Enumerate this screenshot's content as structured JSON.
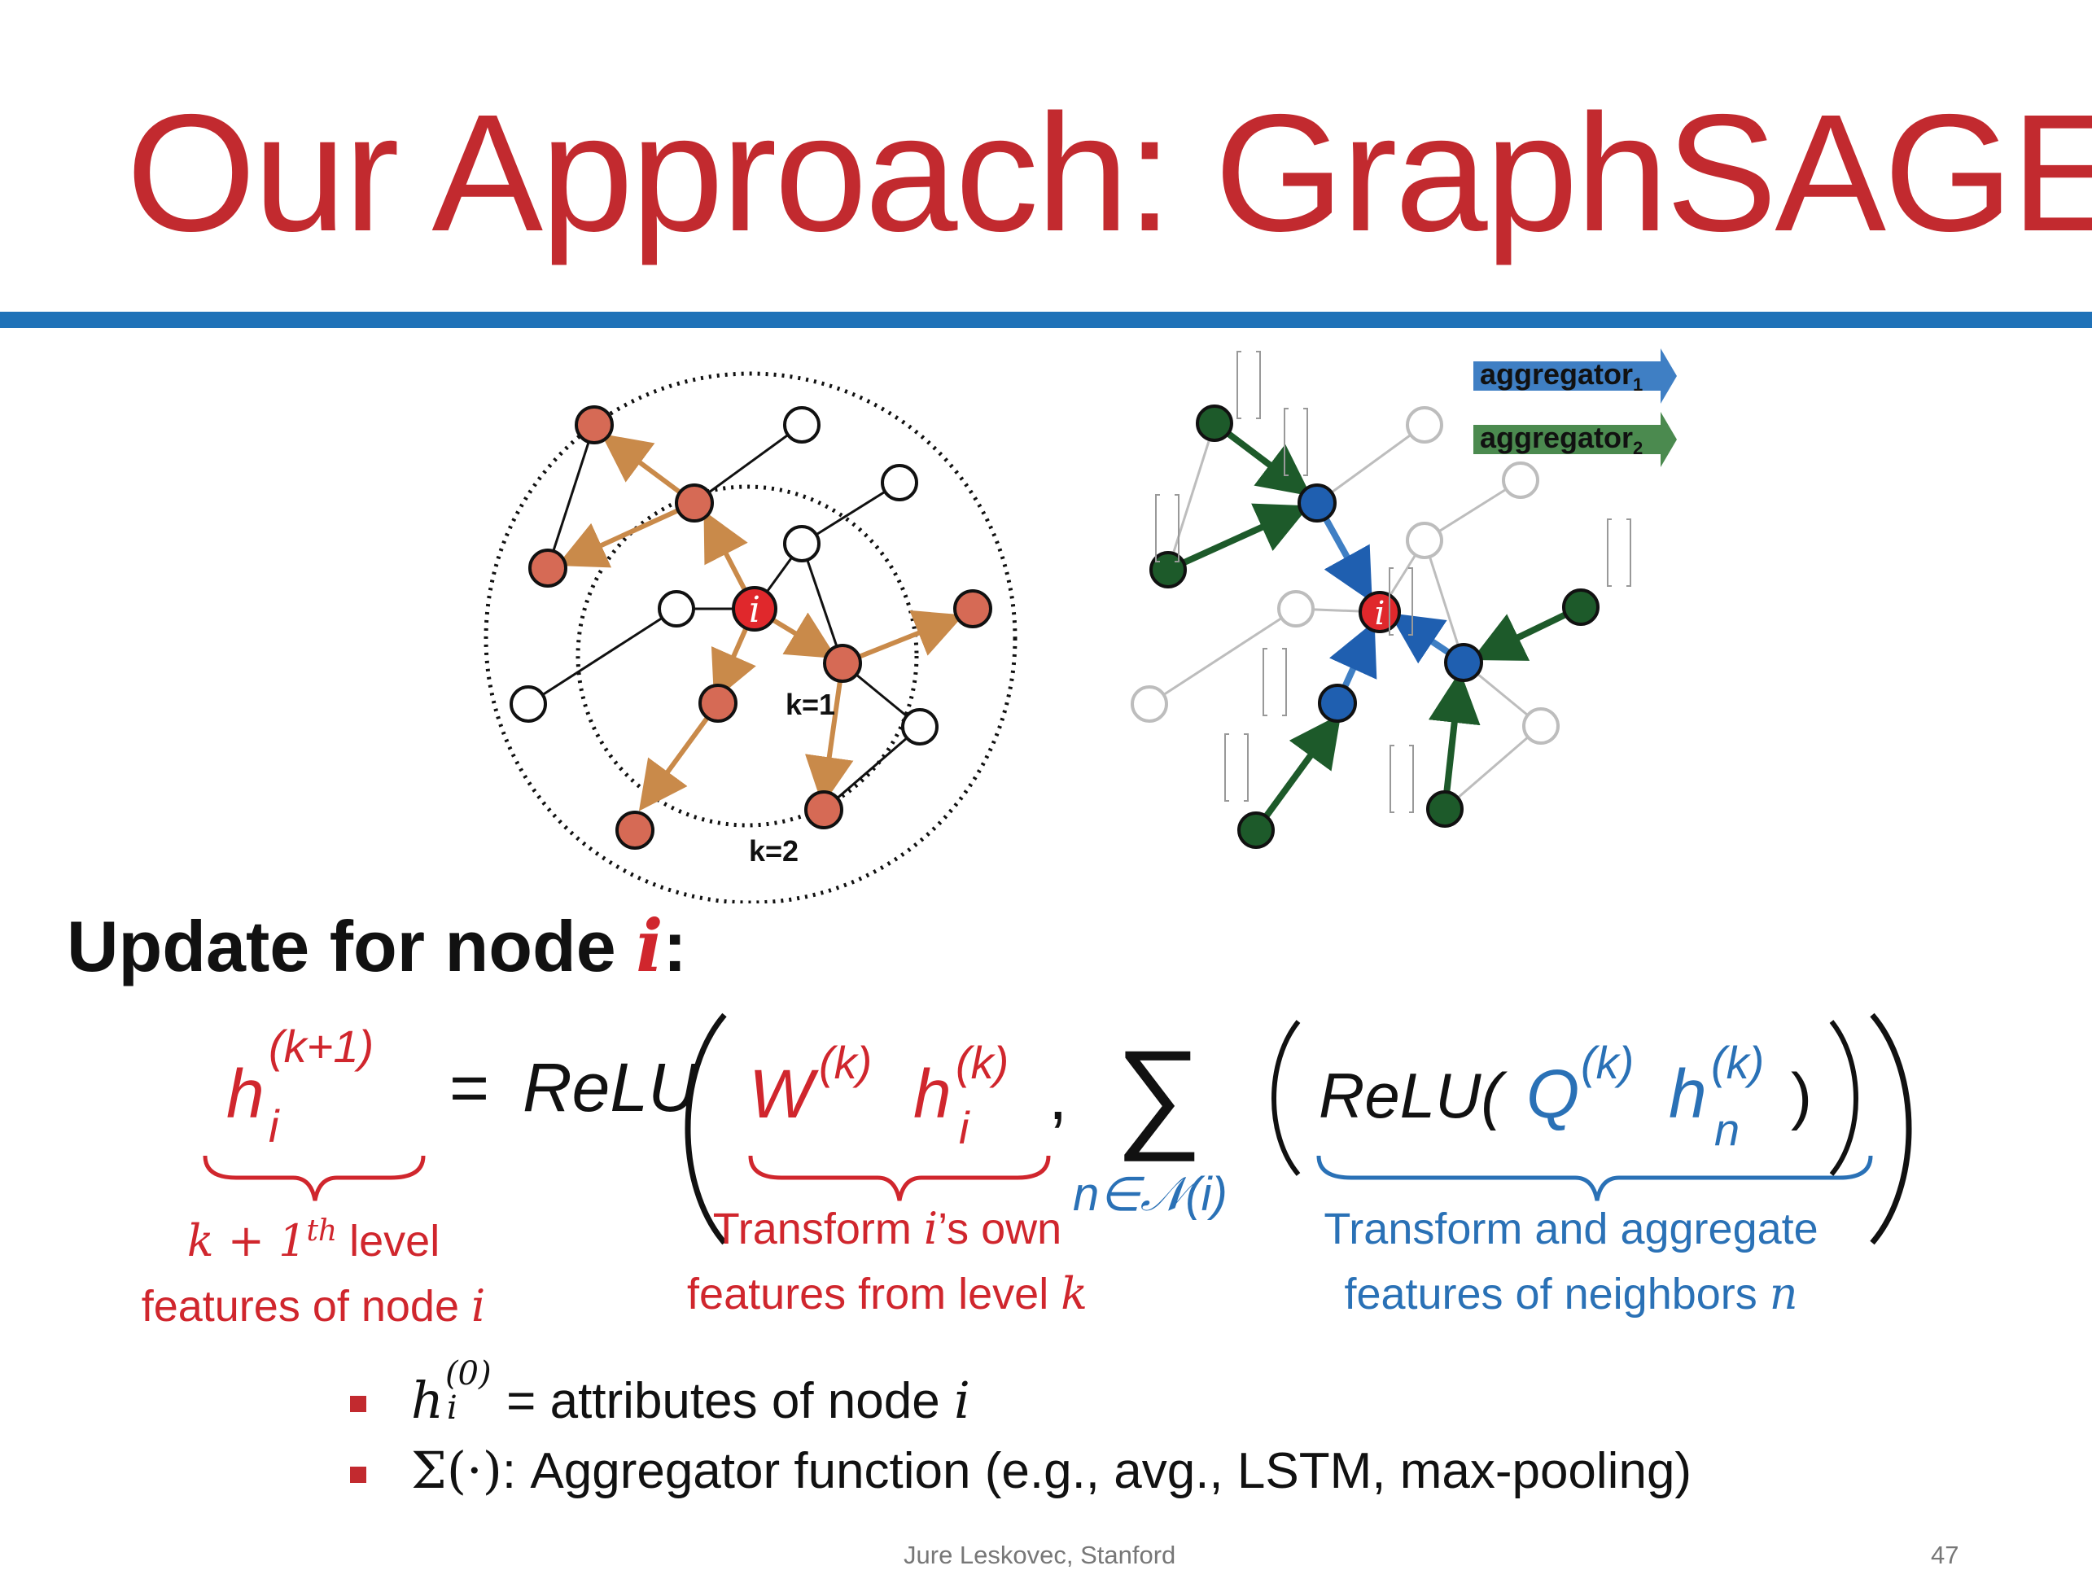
{
  "slide": {
    "title": "Our Approach: GraphSAGE",
    "footer_author": "Jure Leskovec, Stanford",
    "page_number": "47"
  },
  "left_diagram": {
    "center_label": "i",
    "inner_ring_label": "k=1",
    "outer_ring_label": "k=2"
  },
  "right_diagram": {
    "center_label": "i",
    "legend": [
      {
        "label": "aggregator",
        "subscript": "1",
        "color": "#3f7fc4"
      },
      {
        "label": "aggregator",
        "subscript": "2",
        "color": "#4b8a4f"
      }
    ]
  },
  "update": {
    "heading": "Update for node ",
    "heading_var": "i",
    "heading_colon": ":"
  },
  "equation": {
    "lhs_base": "h",
    "lhs_sup": "(k+1)",
    "lhs_sub": "i",
    "equals": "=",
    "relu": "ReLU",
    "w_base": "W",
    "w_sup": "(k)",
    "h_base": "h",
    "h_sup": "(k)",
    "h_sub": "i",
    "comma": ",",
    "sum": "∑",
    "sum_sub": "n∈𝒩(i)",
    "inner_relu": "ReLU(",
    "q_base": "Q",
    "q_sup": "(k)",
    "hn_base": "h",
    "hn_sup": "(k)",
    "hn_sub": "n",
    "close_paren": ")"
  },
  "captions": {
    "left_line1_math": "k + 1",
    "left_line1_sup": "th",
    "left_line1_text": " level",
    "left_line2_text": "features of node ",
    "left_line2_var": "i",
    "mid_line1_pre": "Transform ",
    "mid_line1_var": "i",
    "mid_line1_post": "’s own",
    "mid_line2_text": "features from level ",
    "mid_line2_var": "k",
    "right_line1": "Transform and aggregate",
    "right_line2_text": "features of neighbors ",
    "right_line2_var": "n"
  },
  "bullets": [
    {
      "math_base": "h",
      "math_sup": "(0)",
      "math_sub": "i",
      "text": " = attributes of node ",
      "var": "i"
    },
    {
      "math_base": "Σ(·)",
      "text": ": Aggregator function (e.g., avg., LSTM, max-pooling)"
    }
  ],
  "colors": {
    "title_red": "#c22a2f",
    "rule_blue": "#1f72b8",
    "node_orange": "#d66a55",
    "edge_orange": "#c98a4a",
    "node_red": "#e0282c",
    "node_blue": "#1f5fb0",
    "node_green": "#1d5a2a",
    "text_blue": "#2a71b6"
  }
}
